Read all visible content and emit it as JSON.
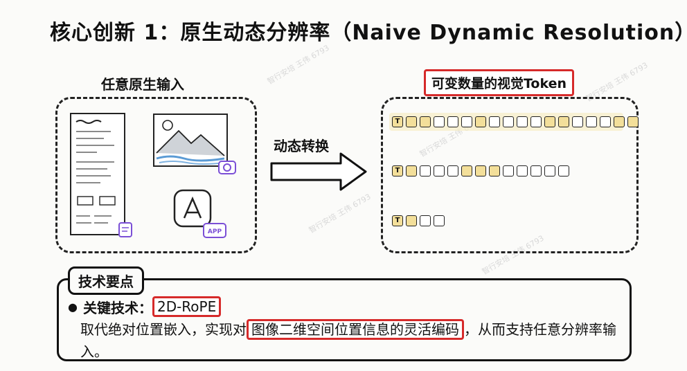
{
  "title": "核心创新 1：原生动态分辨率（Naive Dynamic Resolution）",
  "input_label": "任意原生输入",
  "output_label": "可变数量的视觉Token",
  "arrow_label": "动态转换",
  "doc_icon": "document-icon",
  "image_icon": "landscape-image-icon",
  "camera_icon": "camera-icon",
  "app_icon": "app-store-icon",
  "app_badge": "APP",
  "token_rows": [
    {
      "count": 18,
      "highlighted": [
        0,
        1,
        2,
        6,
        11,
        12,
        16,
        17
      ]
    },
    {
      "count": 13,
      "highlighted": [
        0,
        1,
        5,
        6,
        7
      ]
    },
    {
      "count": 4,
      "highlighted": [
        0,
        1
      ]
    }
  ],
  "token_first_letter": "T",
  "points": {
    "heading": "技术要点",
    "bullet_key": "关键技术：",
    "bullet_value": "2D-RoPE",
    "desc_before": "取代绝对位置嵌入，实现对",
    "desc_highlight": "图像二维空间位置信息的灵活编码",
    "desc_after": "，从而支持任意分辨率输入。"
  },
  "watermark": "智行安培 王伟 6793",
  "colors": {
    "accent_red": "#d62a2a",
    "token_highlight": "#f3df9a",
    "purple_icon": "#7b4fd6"
  }
}
